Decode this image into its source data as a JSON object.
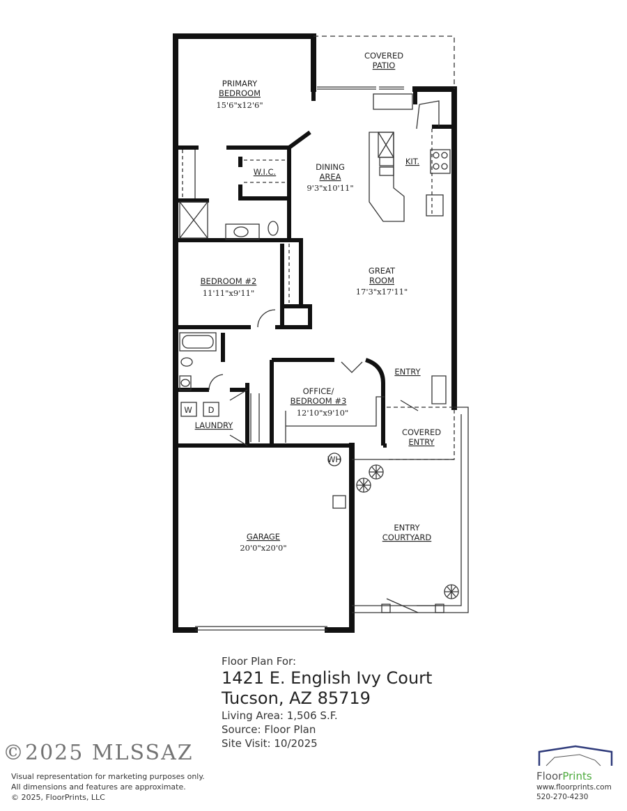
{
  "rooms": {
    "covered_patio": [
      "COVERED",
      "PATIO"
    ],
    "primary_bedroom": {
      "name": [
        "PRIMARY",
        "BEDROOM"
      ],
      "size": "15'6\"x12'6\""
    },
    "wic": "W.I.C.",
    "dining": {
      "name": [
        "DINING",
        "AREA"
      ],
      "size": "9'3\"x10'11\""
    },
    "kitchen": "KIT.",
    "great_room": {
      "name": [
        "GREAT",
        "ROOM"
      ],
      "size": "17'3\"x17'11\""
    },
    "bedroom2": {
      "name": "BEDROOM #2",
      "size": "11'11\"x9'11\""
    },
    "entry": "ENTRY",
    "office": {
      "name": [
        "OFFICE/",
        "BEDROOM #3"
      ],
      "size": "12'10\"x9'10\""
    },
    "covered_entry": [
      "COVERED",
      "ENTRY"
    ],
    "laundry": "LAUNDRY",
    "washer": "W",
    "dryer": "D",
    "water_heater": "WH",
    "garage": {
      "name": "GARAGE",
      "size": "20'0\"x20'0\""
    },
    "courtyard": [
      "ENTRY",
      "COURTYARD"
    ]
  },
  "info": {
    "heading": "Floor Plan For:",
    "address1": "1421 E. English Ivy Court",
    "address2": "Tucson, AZ  85719",
    "living_area": "Living Area:  1,506 S.F.",
    "source": "Source:  Floor Plan",
    "site_visit": "Site Visit:  10/2025"
  },
  "disclaimer": [
    "Visual representation for marketing purposes only.",
    "All dimensions and features are approximate.",
    "© 2025, FloorPrints, LLC"
  ],
  "watermark": "©2025 MLSSAZ",
  "logo": {
    "name_a": "Floor",
    "name_b": "Prints",
    "website": "www.floorprints.com",
    "phone": "520-270-4230",
    "colors": {
      "roof": "#2e3a7a",
      "accent": "#4caa3c"
    }
  }
}
